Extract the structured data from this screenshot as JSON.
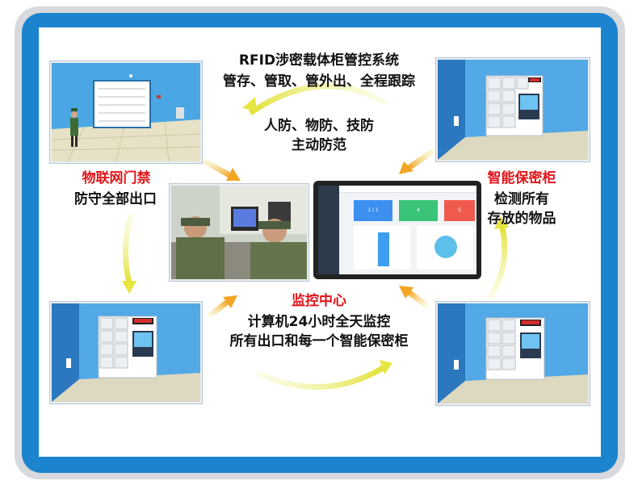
{
  "top": {
    "title": "RFID涉密载体柜管控系统",
    "subtitle": "管存、管取、管外出、全程跟踪"
  },
  "center_top": {
    "line1": "人防、物防、技防",
    "line2": "主动防范"
  },
  "left": {
    "heading": "物联网门禁",
    "desc": "防守全部出口"
  },
  "right": {
    "heading": "智能保密柜",
    "desc1": "检测所有",
    "desc2": "存放的物品"
  },
  "bottom": {
    "heading": "监控中心",
    "desc1": "计算机24小时全天监控",
    "desc2": "所有出口和每一个智能保密柜"
  },
  "dashboard": {
    "card1": "1 / 1",
    "card2": "4",
    "card3": "5"
  },
  "colors": {
    "frame_blue": "#1c84cf",
    "highlight_red": "#e0141a",
    "arrow_yellow": "#e6e640"
  }
}
